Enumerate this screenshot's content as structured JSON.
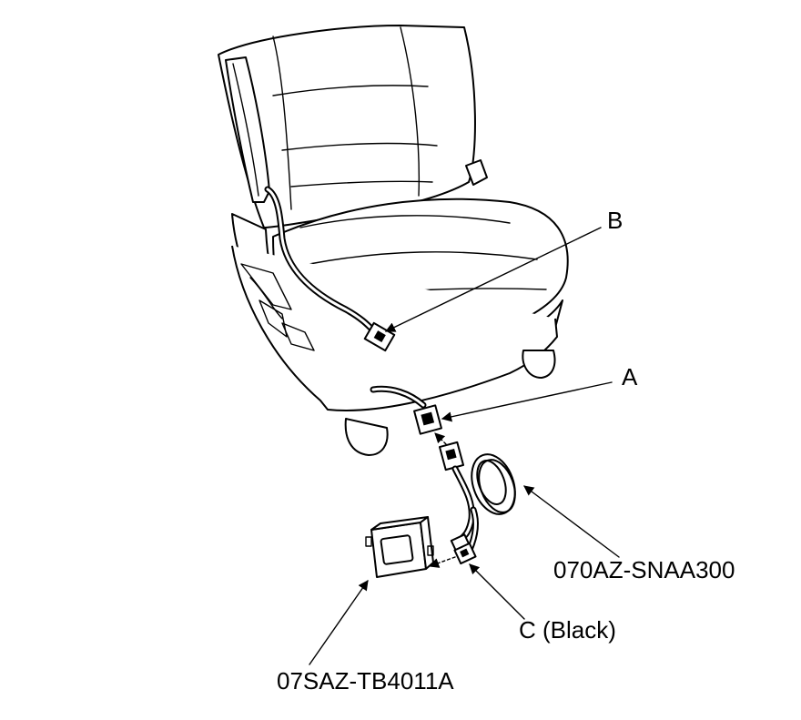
{
  "labels": {
    "a": "A",
    "b": "B",
    "c": "C (Black)",
    "harness_part": "070AZ-SNAA300",
    "box_part": "07SAZ-TB4011A"
  },
  "colors": {
    "line": "#000000",
    "background": "#ffffff"
  }
}
